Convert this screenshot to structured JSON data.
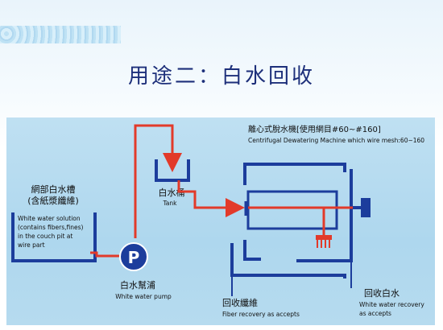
{
  "slide": {
    "title": "用途二：白水回收"
  },
  "diagram": {
    "couch_pit": {
      "name": "網部白水槽",
      "subname": "(含紙漿纖維)",
      "desc_lines": [
        "White water solution",
        "(contains fibers,fines)",
        "in the couch pit at",
        "wire part"
      ]
    },
    "pump": {
      "symbol": "P",
      "name": "白水幫浦",
      "name_en": "White water pump"
    },
    "tank": {
      "name": "白水桶",
      "name_en": "Tank"
    },
    "centrifuge": {
      "name": "離心式脫水機[使用網目#60~#160]",
      "name_en": "Centrifugal Dewatering Machine which wire mesh:60~160"
    },
    "fiber_outlet": {
      "name": "回收纖維",
      "name_en": "Fiber recovery as accepts"
    },
    "water_outlet": {
      "name": "回收白水",
      "name_en_lines": [
        "White water recovery",
        "as accepts"
      ]
    },
    "colors": {
      "flow": "#e23a2a",
      "equipment": "#1c3d9c",
      "panel": "#b2d9ef"
    }
  }
}
